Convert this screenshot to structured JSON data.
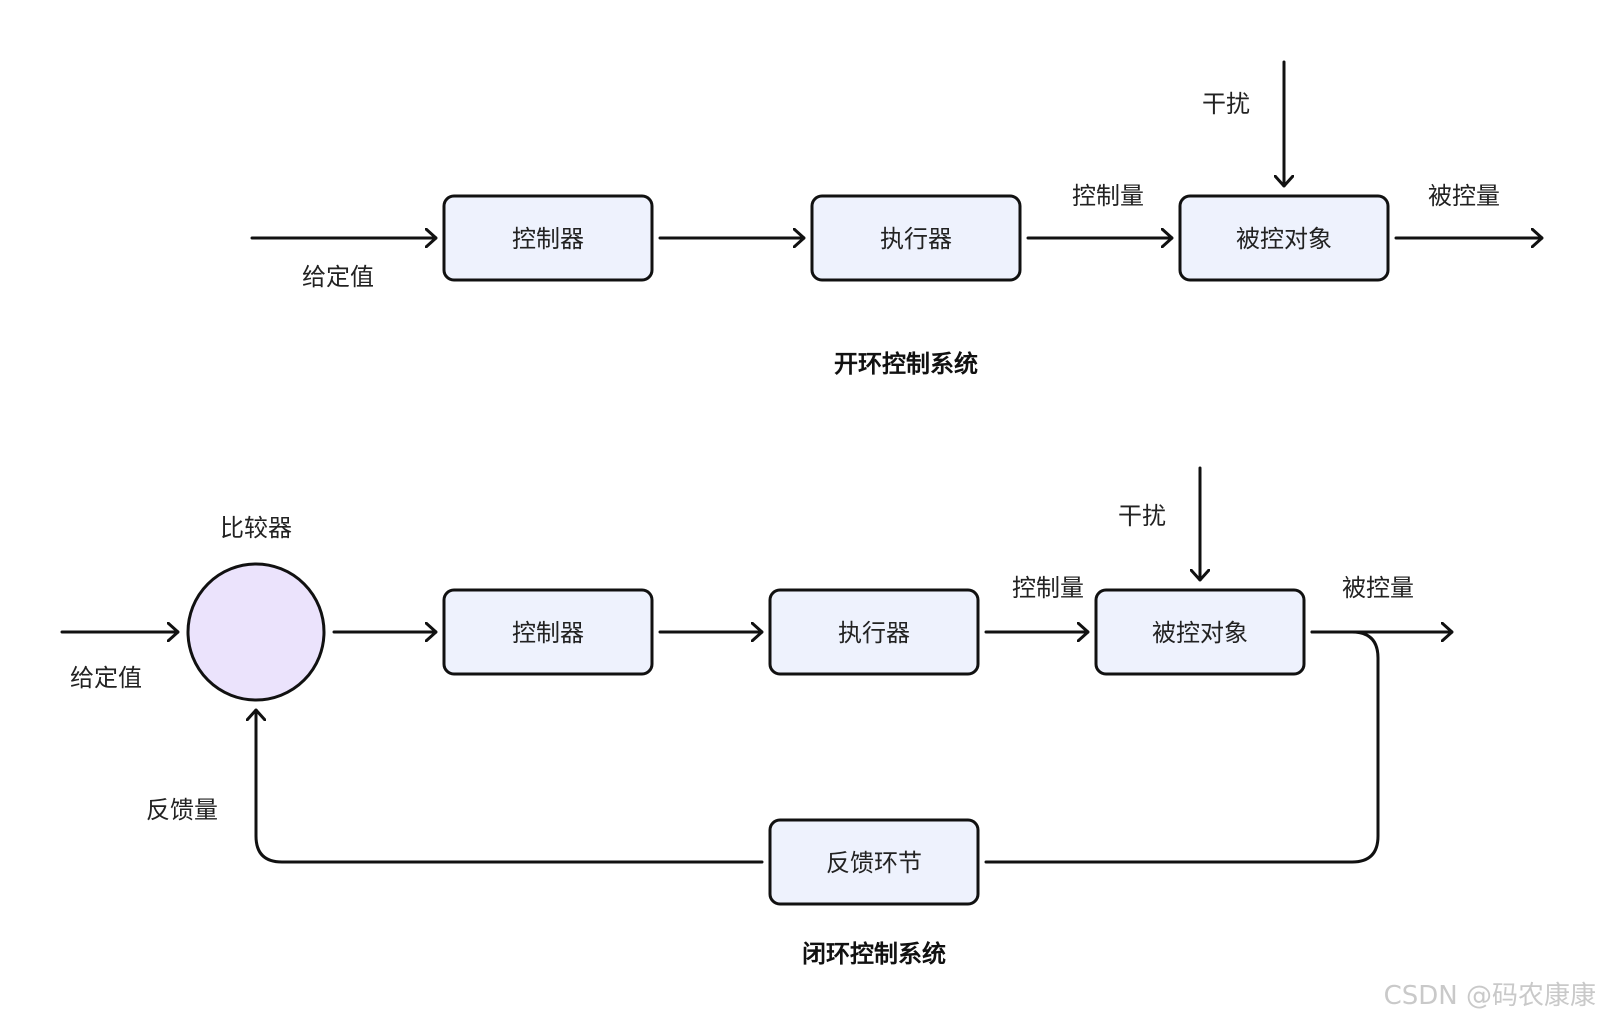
{
  "colors": {
    "box_fill": "#eef2fd",
    "comparator_fill": "#ebe3fc",
    "stroke": "#111111",
    "text": "#222222",
    "watermark": "#c9c9c9"
  },
  "open_loop": {
    "title": "开环控制系统",
    "input_label": "给定值",
    "controller": "控制器",
    "actuator": "执行器",
    "control_var_label": "控制量",
    "plant": "被控对象",
    "disturbance_label": "干扰",
    "output_label": "被控量"
  },
  "closed_loop": {
    "title": "闭环控制系统",
    "input_label": "给定值",
    "comparator_label": "比较器",
    "controller": "控制器",
    "actuator": "执行器",
    "control_var_label": "控制量",
    "plant": "被控对象",
    "disturbance_label": "干扰",
    "output_label": "被控量",
    "feedback_block": "反馈环节",
    "feedback_label": "反馈量"
  },
  "watermark": "CSDN @码农康康"
}
